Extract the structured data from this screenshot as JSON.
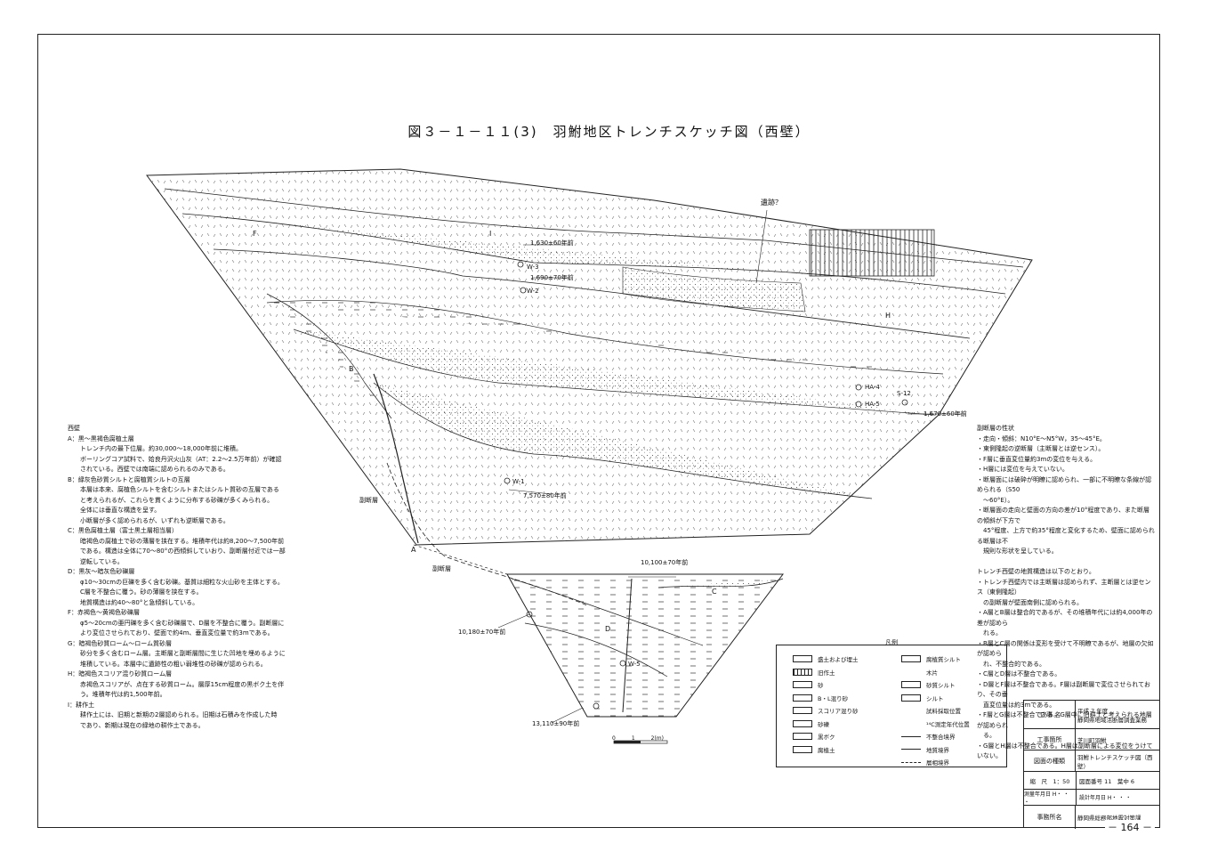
{
  "title": "図３－１－１１(3)　羽鮒地区トレンチスケッチ図（西壁）",
  "labels": {
    "ruins": "遺跡？",
    "d1": "1,630±60年前",
    "d2": "1,690±70年前",
    "d3": "1,670±60年前",
    "d4": "7,570±80年前",
    "d5": "10,100±70年前",
    "d6": "10,180±70年前",
    "d7": "13,110±90年前",
    "w1": "W-1",
    "w2": "W-2",
    "w3": "W-3",
    "w5": "W-5",
    "ha4": "HA-4",
    "ha5": "HA-5",
    "s12": "S-12",
    "fault1": "副断層",
    "fault2": "副断層",
    "layer_i": "I",
    "layer_h": "H",
    "layer_f": "F",
    "layer_c": "C",
    "layer_d": "D",
    "layer_a": "A",
    "layer_b": "B"
  },
  "left_notes": {
    "heading": "西壁",
    "text": "A：黒～黒褐色腐植土層\n　　トレンチ内の最下位層。約30,000～18,000年前に堆積。\n　　ボーリングコア試料で、姶良丹沢火山灰（AT：2.2～2.5万年前）が確認\n　　されている。西壁では南端に認められるのみである。\nB：緑灰色砂質シルトと腐植質シルトの互層\n　　本層は本来、腐植色シルトを含むシルトまたはシルト質砂の互層である\n　　と考えられるが、これらを貫くように分布する砂礫が多くみられる。\n　　全体には垂直な構造を呈す。\n　　小断層が多く認められるが、いずれも逆断層である。\nC：黒色腐植土層（富士黒土層相当層）\n　　暗褐色の腐植土で砂の薄層を挟在する。堆積年代は約8,200～7,500年前\n　　である。構造は全体に70～80°の西傾斜していおり、副断層付近では一部\n　　逆転している。\nD：黒灰～暗灰色砂礫層\n　　φ10～30cmの巨礫を多く含む砂礫。基質は細粒な火山砂を主体とする。\n　　C層を不整合に覆う。砂の薄層を挟在する。\n　　地質構造は約40～80°と急傾斜している。\nF：赤褐色～黄褐色砂礫層\n　　φ5～20cmの亜円礫を多く含む砂礫層で、D層を不整合に覆う。副断層に\n　　より変位させられており、壁面で約4m、垂直変位量で約3mである。\nG：暗褐色砂質ローム～ローム質砂層\n　　砂分を多く含むローム層。主断層と副断層間に生じた凹地を埋めるように\n　　堆積している。本層中に遺跡性の粗い弱堆性の砂礫が認められる。\nH：暗褐色スコリア混り砂質ローム層\n　　赤褐色スコリアが、点在する砂質ローム。層厚15cm程度の黒ボク土を伴\n　　う。堆積年代は約1,500年前。\nI：耕作土\n　　耕作土には、旧期と新期の2層認められる。旧期は石積みを作成した時\n　　であり、新期は現在の緑地の耕作土である。"
  },
  "right_notes": {
    "heading": "副断層の性状",
    "text": "・走向・傾斜：N10°E～N5°W，35～45°E。\n・東側隆起の逆断層（主断層とは逆センス）。\n・F層に垂直変位量約3mの変位を与える。\n・H層には変位を与えていない。\n・断層面には破砕が明瞭に認められ、一部に不明瞭な条線が認められる（S50\n　～60°E）。\n・断層面の走向と壁面の方向の差が10°程度であり、また断層の傾斜が下方で\n　45°程度、上方で約35°程度と変化するため、壁面に認められる断層は不\n　規則な形状を呈している。\n\nトレンチ西壁の地質構造は以下のとおり。\n・トレンチ西壁内では主断層は認められず、主断層とは逆センス（東側隆起）\n　の副断層が壁面南側に認められる。\n・A層とB層は整合的であるが、その堆積年代には約4,000年の差が認めら\n　れる。\n・B層とC層の関係は変形を受けて不明瞭であるが、地層の欠如が認めら\n　れ、不整合的である。\n・C層とD層は不整合である。\n・D層とF層は不整合である。F層は副断層で変位させられており、その垂\n　直変位量は約3mである。\n・F層とG層は不整合である。G層中に旧耕土と考えられる地層が認められ\n　る。\n・G層とH層は不整合である。H層は副断層による変位をうけていない。"
  },
  "legend": {
    "title": "凡例",
    "left_items": [
      "盛土および埋土",
      "旧作土",
      "砂",
      "B・L混り砂",
      "スコリア混り砂",
      "砂礫",
      "黒ボク",
      "腐植土"
    ],
    "right_items": [
      "腐植質シルト",
      "木片",
      "砂質シルト",
      "シルト",
      "試料採取位置",
      "¹⁴C測定年代位置",
      "不整合境界",
      "地質境界",
      "層相境界"
    ]
  },
  "titleblock": {
    "r1k": "工 事 名",
    "r1a": "平成 7 年度",
    "r1b": "静岡県地域活断層調査業務",
    "r2k": "工事箇所",
    "r2v": "芝川町羽鮒",
    "r3k": "図面の種類",
    "r3v": "羽鮒トレンチスケッチ図（西壁）",
    "r4a": "縮　尺　1：50",
    "r4b": "図面番号 11　葉中 6",
    "r5a": "測量年月日 H・ ・ ・",
    "r5b": "設計年月日 H・ ・ ・",
    "r6k": "事務所名",
    "r6v": "静岡県総務部地震対策課"
  },
  "scale_text": "0　　　1　　　2(m)",
  "page_number": "－ 164 －"
}
